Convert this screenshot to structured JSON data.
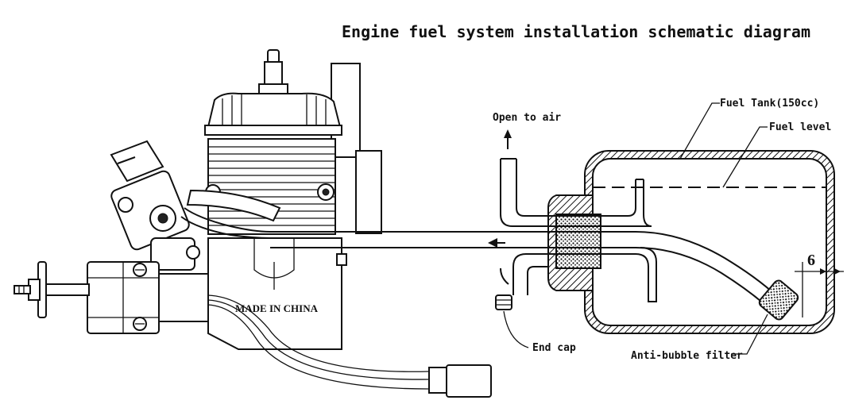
{
  "title": "Engine fuel system installation schematic diagram",
  "labels": {
    "open_to_air": "Open to air",
    "fuel_tank": "Fuel Tank(150cc)",
    "fuel_level": "Fuel level",
    "end_cap": "End cap",
    "anti_bubble_filter": "Anti-bubble filter",
    "dimension": "6",
    "made_in": "MADE IN CHINA"
  },
  "colors": {
    "ink": "#111111",
    "paper": "#ffffff"
  }
}
